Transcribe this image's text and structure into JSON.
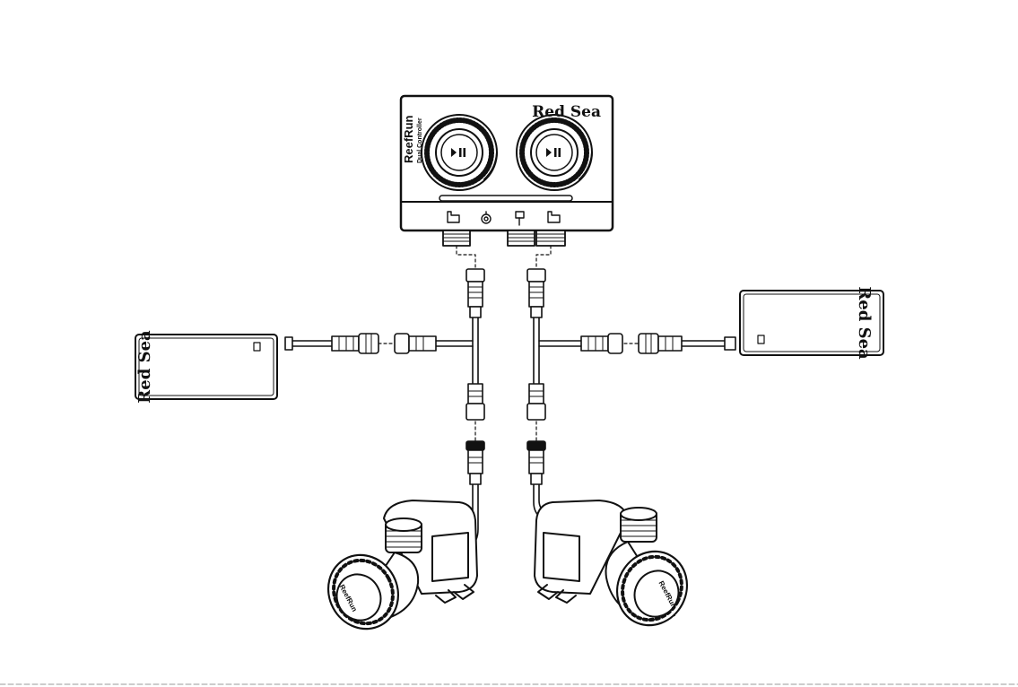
{
  "controller": {
    "brand": "Red Sea",
    "product_name": "ReefRun",
    "product_subtitle": "Dual Controller"
  },
  "power_supply_left": {
    "brand": "Red Sea"
  },
  "power_supply_right": {
    "brand": "Red Sea"
  },
  "pump_left": {
    "label": "ReefRun"
  },
  "pump_right": {
    "label": "ReefRun"
  },
  "colors": {
    "line": "#111111",
    "background": "#ffffff"
  }
}
